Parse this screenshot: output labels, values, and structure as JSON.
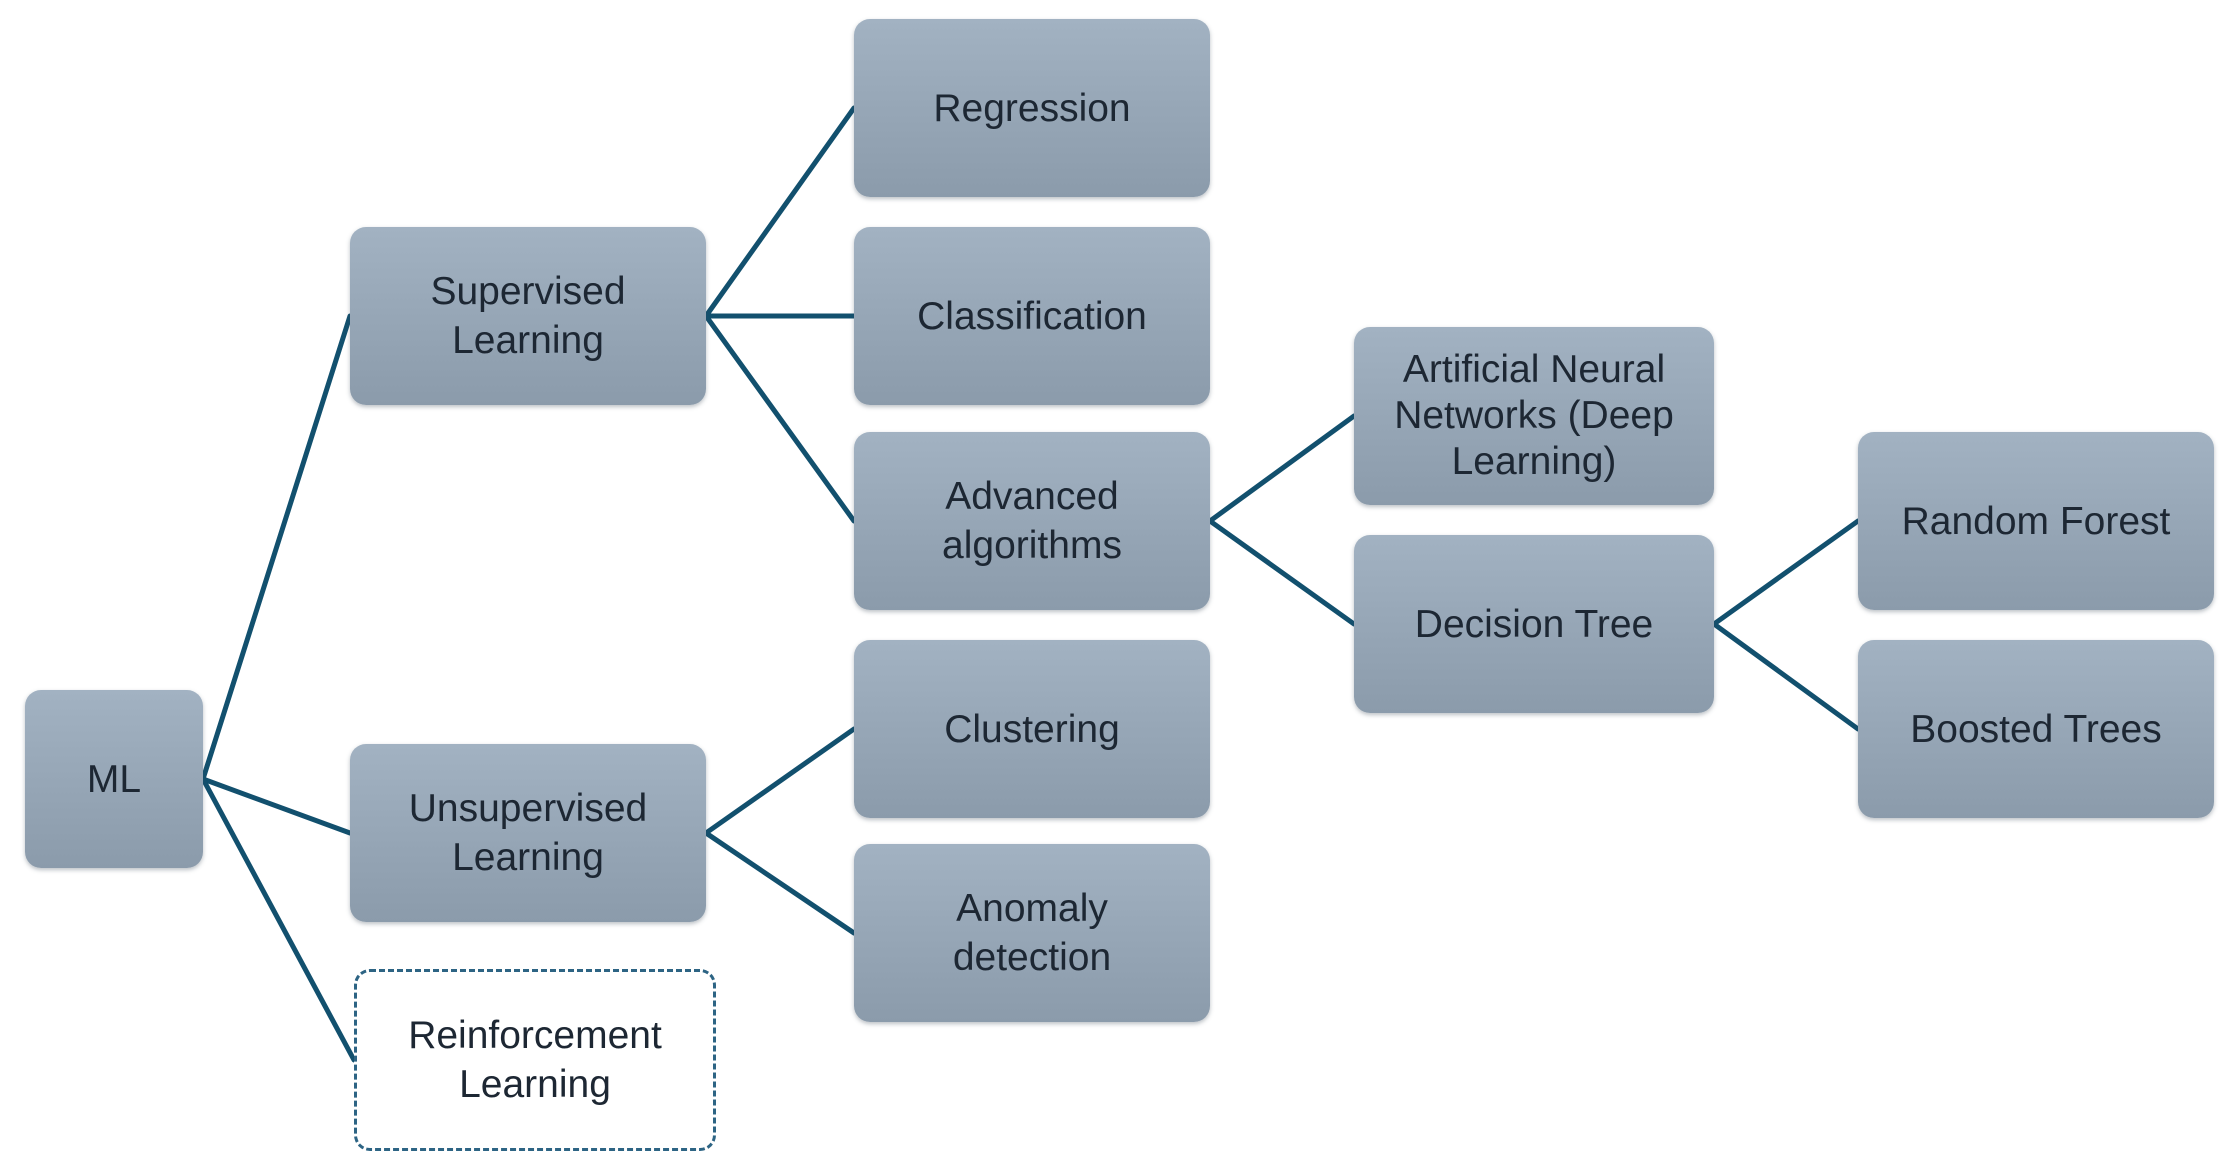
{
  "diagram": {
    "line_color": "#12506e",
    "node_fill_top": "#a2b2c2",
    "node_fill_bottom": "#8b9bab",
    "dashed_border_color": "#2d6484",
    "nodes": {
      "ml": "ML",
      "supervised": "Supervised\nLearning",
      "unsupervised": "Unsupervised\nLearning",
      "reinforcement": "Reinforcement\nLearning",
      "regression": "Regression",
      "classification": "Classification",
      "advanced": "Advanced\nalgorithms",
      "clustering": "Clustering",
      "anomaly": "Anomaly\ndetection",
      "ann": "Artificial Neural\nNetworks (Deep\nLearning)",
      "decision_tree": "Decision Tree",
      "random_forest": "Random Forest",
      "boosted_trees": "Boosted Trees"
    },
    "edges": [
      [
        "ml",
        "supervised"
      ],
      [
        "ml",
        "unsupervised"
      ],
      [
        "ml",
        "reinforcement"
      ],
      [
        "supervised",
        "regression"
      ],
      [
        "supervised",
        "classification"
      ],
      [
        "supervised",
        "advanced"
      ],
      [
        "unsupervised",
        "clustering"
      ],
      [
        "unsupervised",
        "anomaly"
      ],
      [
        "advanced",
        "ann"
      ],
      [
        "advanced",
        "decision_tree"
      ],
      [
        "decision_tree",
        "random_forest"
      ],
      [
        "decision_tree",
        "boosted_trees"
      ]
    ]
  }
}
